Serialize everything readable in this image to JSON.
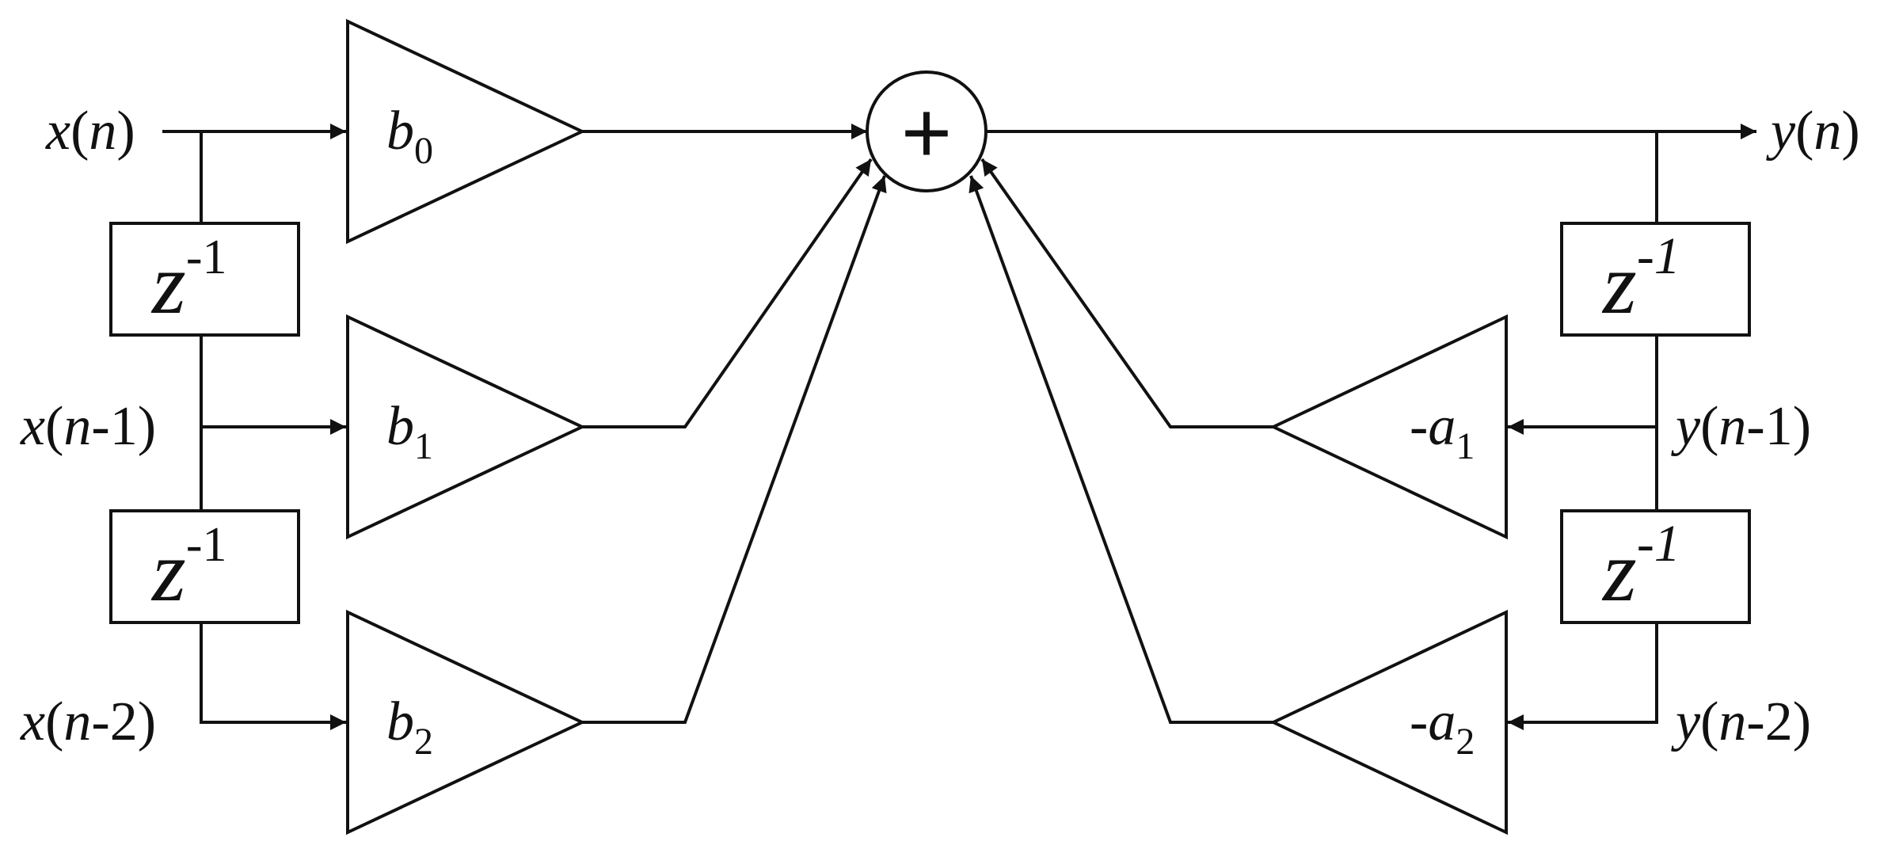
{
  "input_signal": "x",
  "output_signal": "y",
  "labels": {
    "x_n": {
      "sym": "x",
      "arg": "n",
      "off": ""
    },
    "x_n1": {
      "sym": "x",
      "arg": "n",
      "off": "-1"
    },
    "x_n2": {
      "sym": "x",
      "arg": "n",
      "off": "-2"
    },
    "y_n": {
      "sym": "y",
      "arg": "n",
      "off": ""
    },
    "y_n1": {
      "sym": "y",
      "arg": "n",
      "off": "-1"
    },
    "y_n2": {
      "sym": "y",
      "arg": "n",
      "off": "-2"
    }
  },
  "feedforward_gains": [
    {
      "prefix": "",
      "sym": "b",
      "sub": "0"
    },
    {
      "prefix": "",
      "sym": "b",
      "sub": "1"
    },
    {
      "prefix": "",
      "sym": "b",
      "sub": "2"
    }
  ],
  "feedback_gains": [
    {
      "prefix": "-",
      "sym": "a",
      "sub": "1"
    },
    {
      "prefix": "-",
      "sym": "a",
      "sub": "2"
    }
  ],
  "delays_left": [
    {
      "base": "z",
      "exp": "-1"
    },
    {
      "base": "z",
      "exp": "-1"
    }
  ],
  "delays_right": [
    {
      "base": "z",
      "exp": "-1"
    },
    {
      "base": "z",
      "exp": "-1"
    }
  ],
  "summer_symbol": "+"
}
